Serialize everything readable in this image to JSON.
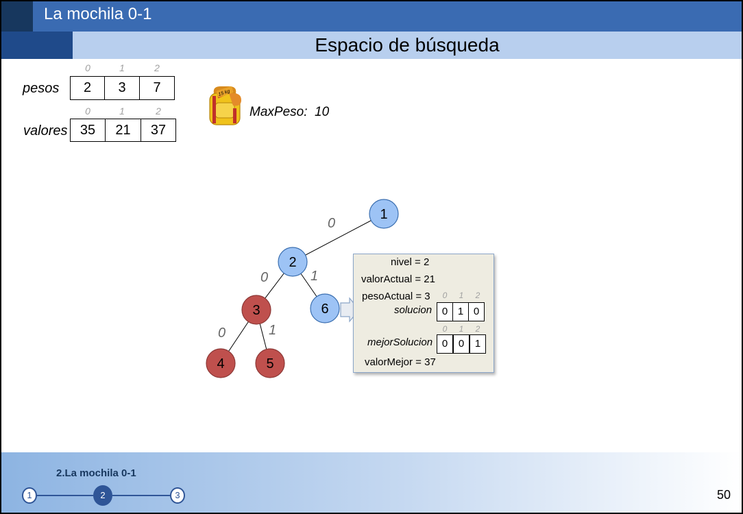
{
  "header": {
    "title": "La mochila 0-1",
    "subtitle": "Espacio de búsqueda"
  },
  "arrays": {
    "pesos": {
      "label": "pesos",
      "indices": [
        "0",
        "1",
        "2"
      ],
      "values": [
        "2",
        "3",
        "7"
      ]
    },
    "valores": {
      "label": "valores",
      "indices": [
        "0",
        "1",
        "2"
      ],
      "values": [
        "35",
        "21",
        "37"
      ]
    }
  },
  "backpack": {
    "icon": "backpack-icon",
    "tag": "15 kg",
    "maxpeso_label": "MaxPeso:",
    "maxpeso_value": "10"
  },
  "tree": {
    "nodes": [
      {
        "id": "1",
        "label": "1",
        "state": "live"
      },
      {
        "id": "2",
        "label": "2",
        "state": "live"
      },
      {
        "id": "3",
        "label": "3",
        "state": "pruned"
      },
      {
        "id": "6",
        "label": "6",
        "state": "live"
      },
      {
        "id": "4",
        "label": "4",
        "state": "pruned"
      },
      {
        "id": "5",
        "label": "5",
        "state": "pruned"
      }
    ],
    "edges": [
      {
        "from": "1",
        "to": "2",
        "label": "0"
      },
      {
        "from": "2",
        "to": "3",
        "label": "0"
      },
      {
        "from": "2",
        "to": "6",
        "label": "1"
      },
      {
        "from": "3",
        "to": "4",
        "label": "0"
      },
      {
        "from": "3",
        "to": "5",
        "label": "1"
      }
    ],
    "colors": {
      "live": "#9dc3f5",
      "pruned": "#bf504d",
      "edge": "#000000"
    }
  },
  "info_box": {
    "nivel": "nivel = 2",
    "valor_actual": "valorActual = 21",
    "peso_actual": "pesoActual = 3",
    "solucion": {
      "label": "solucion",
      "indices": [
        "0",
        "1",
        "2"
      ],
      "values": [
        "0",
        "1",
        "0"
      ]
    },
    "mejor_solucion": {
      "label": "mejorSolucion",
      "indices": [
        "0",
        "1",
        "2"
      ],
      "values": [
        "0",
        "0",
        "1"
      ]
    },
    "valor_mejor": "valorMejor = 37"
  },
  "footer": {
    "section_title": "2.La mochila 0-1",
    "steps": [
      "1",
      "2",
      "3"
    ],
    "active_step": "2",
    "page_number": "50"
  }
}
